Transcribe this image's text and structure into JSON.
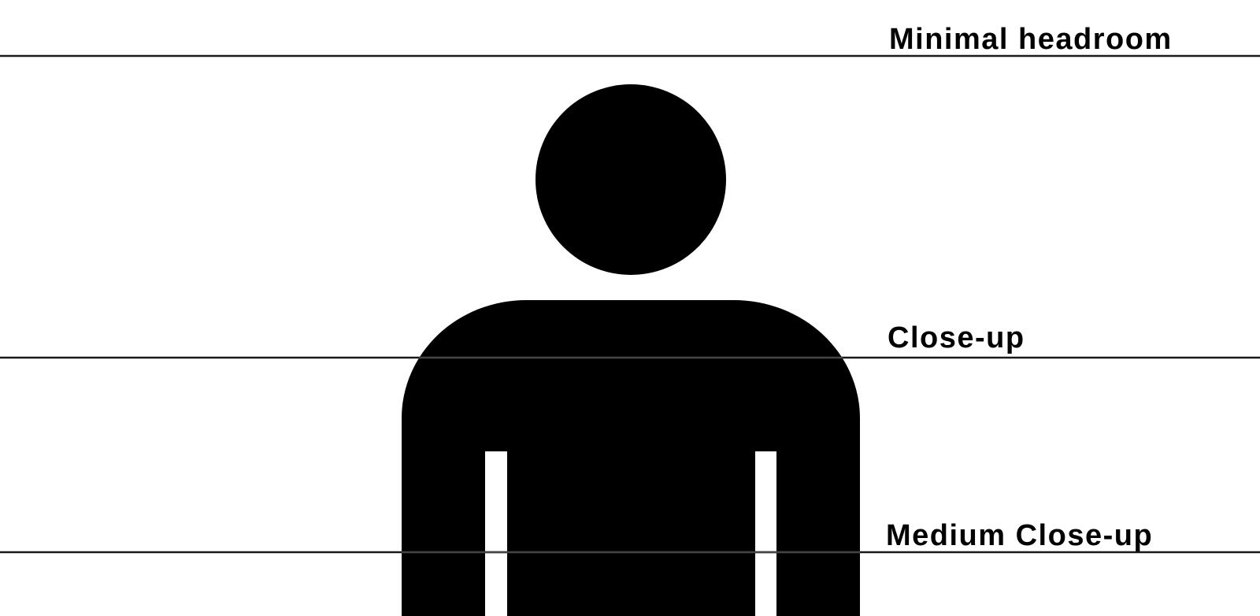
{
  "diagram": {
    "labels": {
      "minimal_headroom": "Minimal headroom",
      "close_up": "Close-up",
      "medium_close_up": "Medium Close-up"
    }
  },
  "colors": {
    "background": "#ffffff",
    "figure": "#000000",
    "framing_line": "#1a1a1a",
    "framing_line_over_figure": "#444444"
  },
  "icons": [
    "person-silhouette-icon"
  ]
}
